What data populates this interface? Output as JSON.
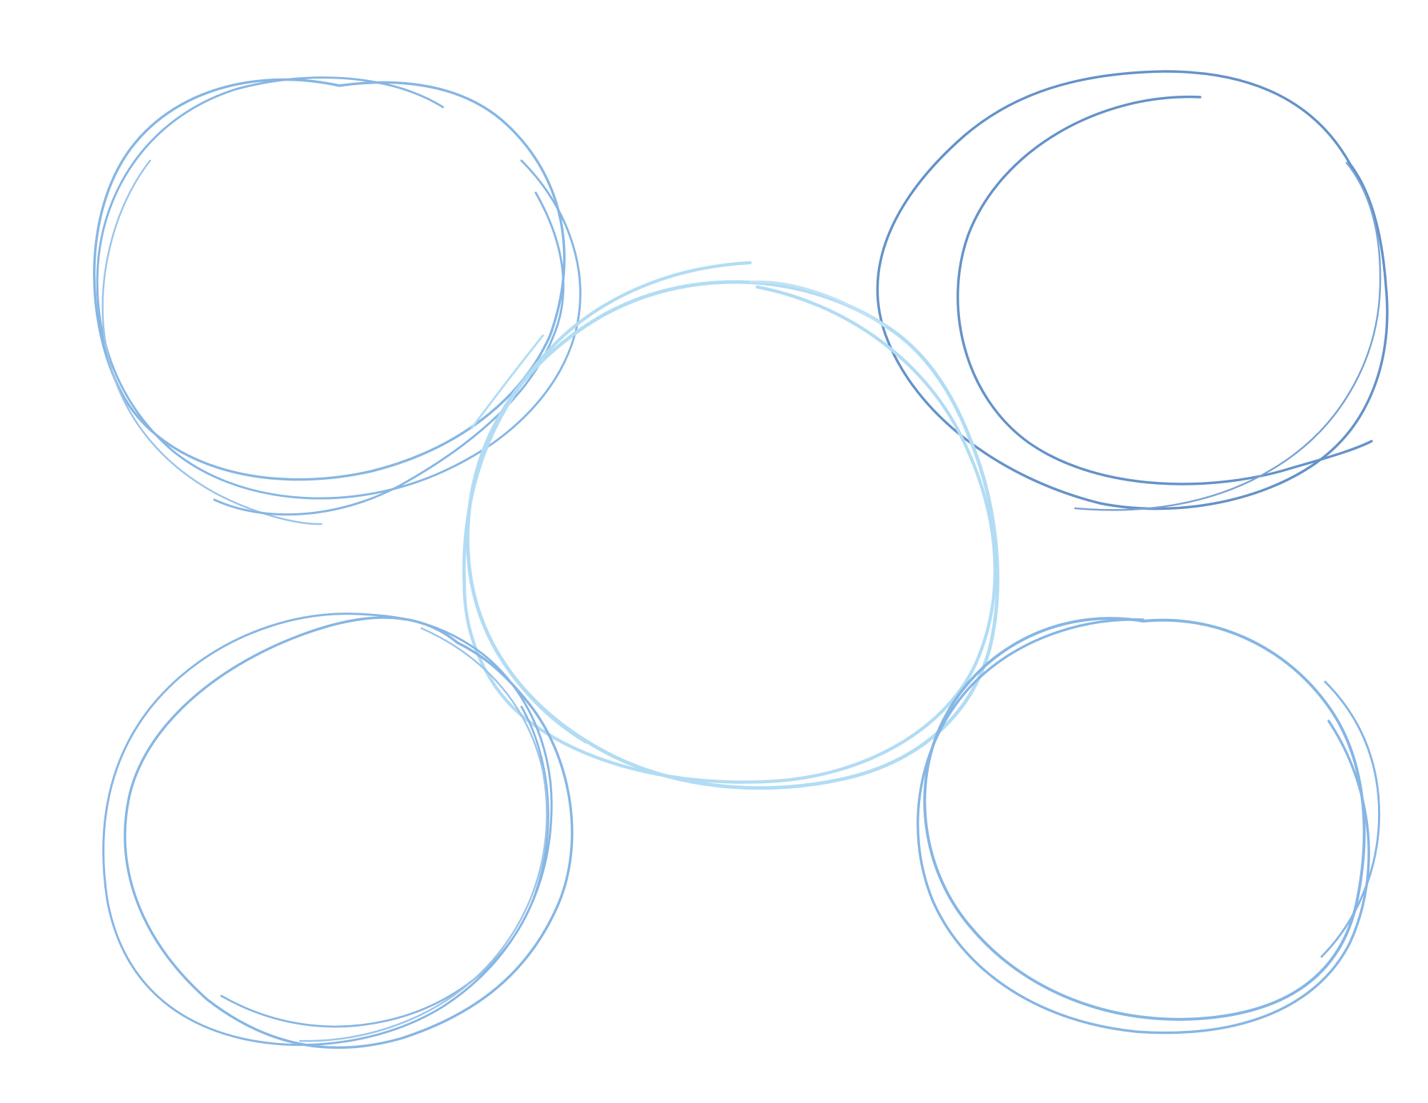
{
  "diagram": {
    "nodes": [
      {
        "id": "center",
        "title_line1": "",
        "title_line2": "",
        "subtitle": "",
        "color": "#b2dcf4"
      },
      {
        "id": "top-left",
        "title": "",
        "subtitle": "",
        "color": "#86b6e4"
      },
      {
        "id": "top-right",
        "title": "",
        "subtitle": "",
        "color": "#6592c9"
      },
      {
        "id": "bottom-left",
        "title": "",
        "subtitle": "",
        "color": "#86b6e4"
      },
      {
        "id": "bottom-right",
        "title": "",
        "subtitle": "",
        "color": "#86b6e4"
      }
    ]
  }
}
